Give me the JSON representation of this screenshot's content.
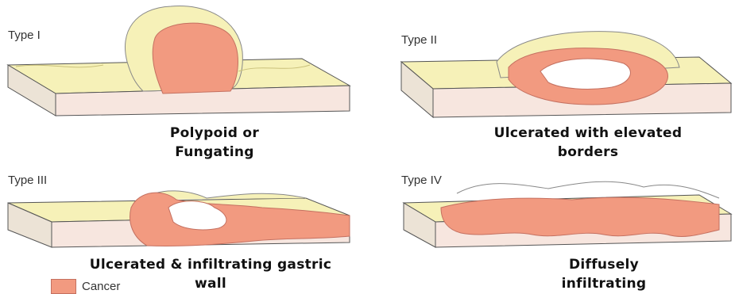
{
  "panels": [
    {
      "type_label": "Type I",
      "caption_line1": "Polypoid or",
      "caption_line2": "Fungating"
    },
    {
      "type_label": "Type II",
      "caption_line1": "Ulcerated with elevated",
      "caption_line2": "borders"
    },
    {
      "type_label": "Type III",
      "caption_line1": "Ulcerated & infiltrating gastric",
      "caption_line2": "wall"
    },
    {
      "type_label": "Type IV",
      "caption_line1": "Diffusely",
      "caption_line2": "infiltrating"
    }
  ],
  "legend": {
    "label": "Cancer",
    "color": "#f29a80"
  },
  "colors": {
    "mucosa": "#f6f1b8",
    "wall": "#f7e6df",
    "cancer": "#f29a80",
    "outline": "#555555"
  }
}
